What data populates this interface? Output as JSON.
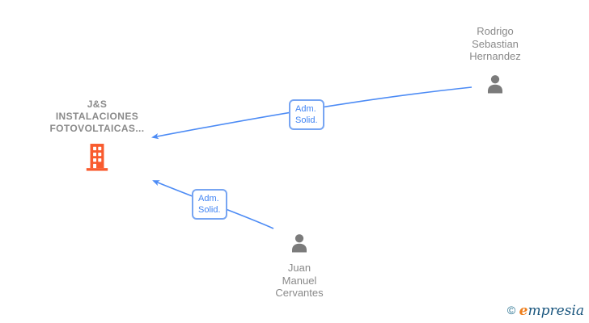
{
  "graph": {
    "company": {
      "name": "J&S\nINSTALACIONES\nFOTOVOLTAICAS...",
      "icon": "building-icon",
      "icon_color": "#f95b2e"
    },
    "persons": [
      {
        "name": "Rodrigo\nSebastian\nHernandez",
        "icon": "person-icon",
        "icon_color": "#7b7b7b"
      },
      {
        "name": "Juan\nManuel\nCervantes",
        "icon": "person-icon",
        "icon_color": "#7b7b7b"
      }
    ],
    "edges": [
      {
        "label": "Adm.\nSolid.",
        "from": "Rodrigo Sebastian Hernandez",
        "to": "J&S INSTALACIONES FOTOVOLTAICAS..."
      },
      {
        "label": "Adm.\nSolid.",
        "from": "Juan Manuel Cervantes",
        "to": "J&S INSTALACIONES FOTOVOLTAICAS..."
      }
    ],
    "colors": {
      "edge_line": "#4c8bf5",
      "edge_label_text": "#4285f4",
      "edge_label_border": "#77a5f2",
      "node_text": "#8a8a8a",
      "company_icon": "#f95b2e",
      "person_icon": "#7b7b7b"
    }
  },
  "footer": {
    "copyright_symbol": "©",
    "brand_first_letter": "e",
    "brand_rest": "mpresia"
  }
}
